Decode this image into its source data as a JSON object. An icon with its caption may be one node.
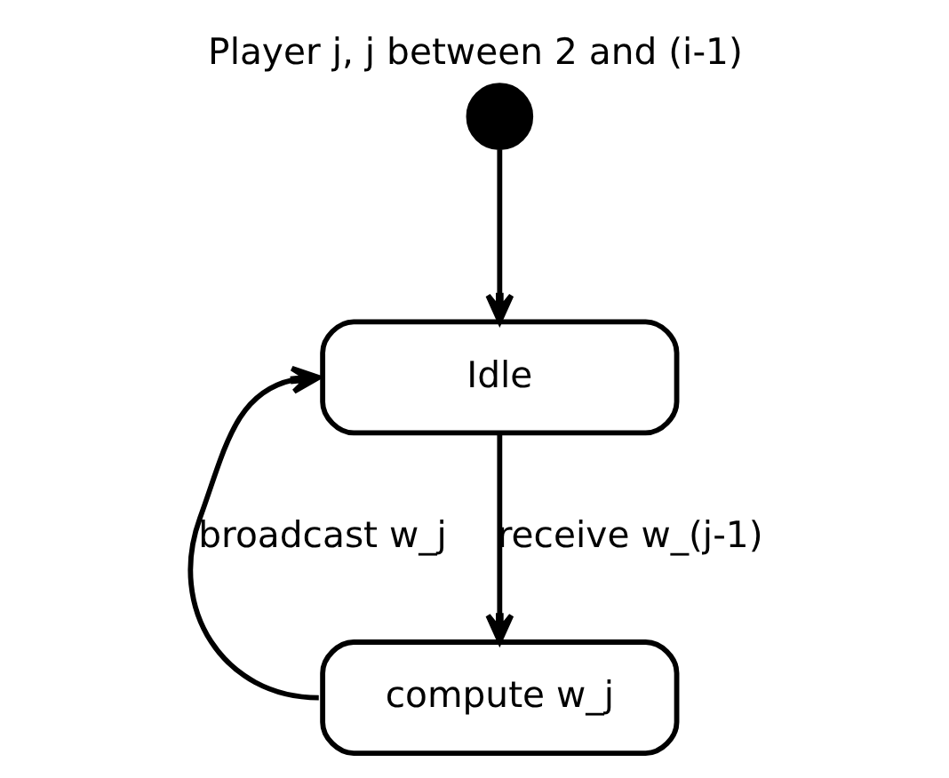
{
  "diagram": {
    "title": "Player j, j between 2 and (i-1)",
    "nodes": [
      {
        "text": [],
        "shape": "circle"
      },
      {
        "text": [
          "Idle"
        ]
      },
      {
        "text": [
          "compute w_j"
        ]
      }
    ],
    "edges": [
      {
        "from": 0,
        "to": 1,
        "arrow": "to"
      },
      {
        "from": 1,
        "to": 2,
        "arrow": "to",
        "label": "receive w_(j-1)"
      },
      {
        "from": 2,
        "to": 1,
        "arrow": "to",
        "label": "broadcast w_j"
      }
    ]
  }
}
